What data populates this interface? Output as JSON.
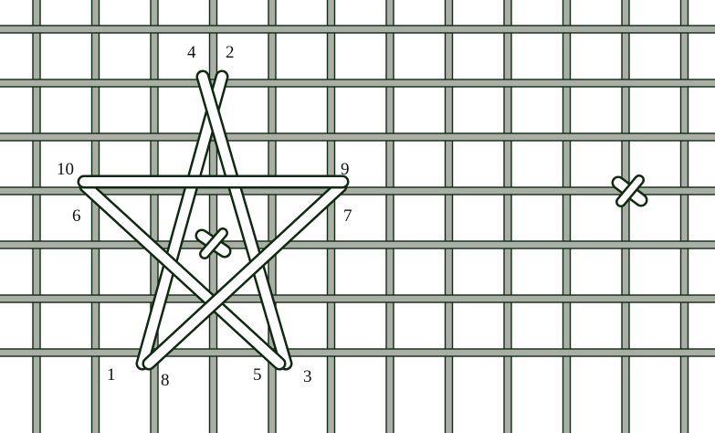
{
  "colors": {
    "background": "#ffffff",
    "thread": "#a9aea6",
    "outline": "#0f2a10",
    "stitch_fill": "#ffffff"
  },
  "labels": {
    "l1": "1",
    "l2": "2",
    "l3": "3",
    "l4": "4",
    "l5": "5",
    "l6": "6",
    "l7": "7",
    "l8": "8",
    "l9": "9",
    "l10": "10"
  }
}
